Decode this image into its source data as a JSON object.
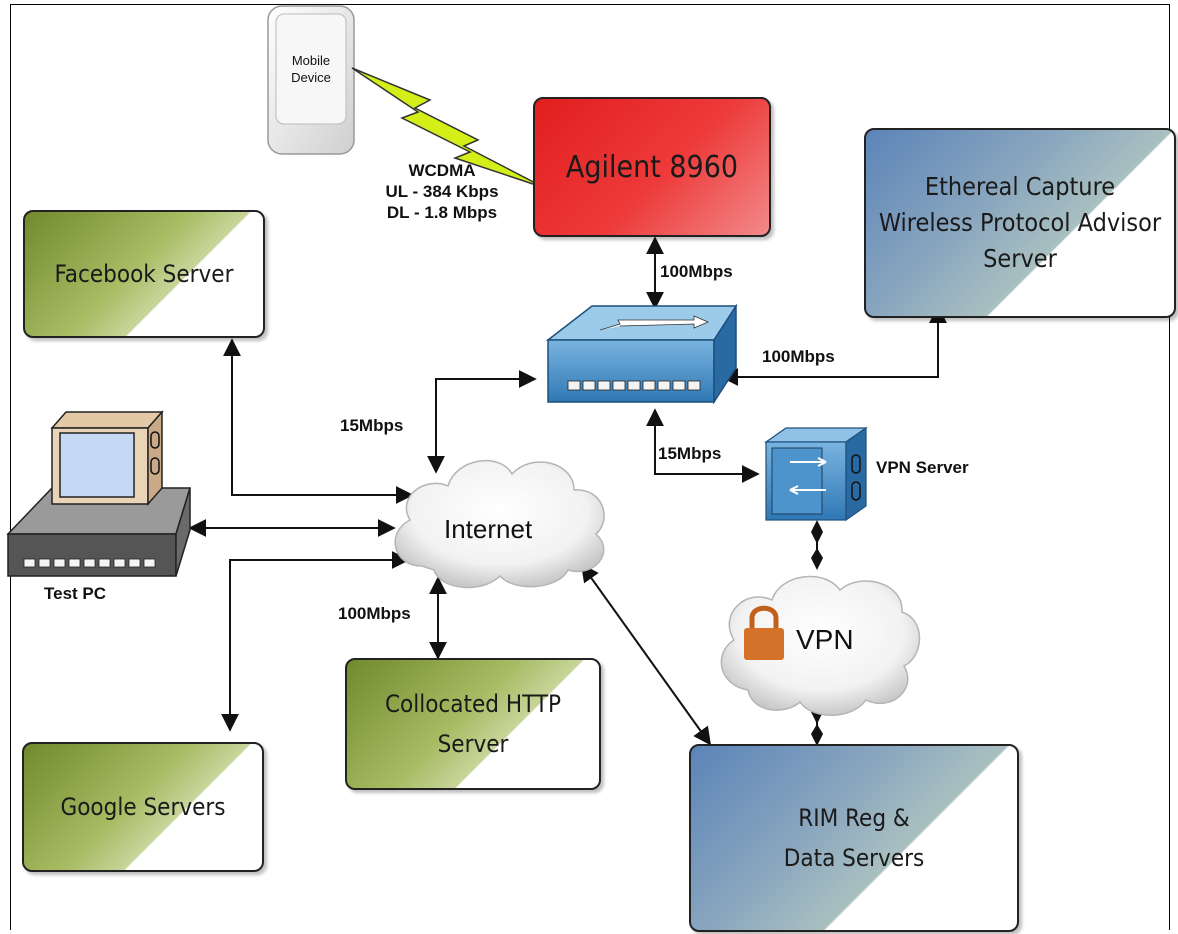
{
  "mobile_device": {
    "line1": "Mobile",
    "line2": "Device"
  },
  "agilent": {
    "label": "Agilent 8960"
  },
  "ethereal": {
    "line1": "Ethereal Capture",
    "line2": "Wireless Protocol Advisor",
    "line3": "Server"
  },
  "facebook": {
    "label": "Facebook Server"
  },
  "google": {
    "label": "Google Servers"
  },
  "collocated": {
    "line1": "Collocated HTTP",
    "line2": "Server"
  },
  "rim": {
    "line1": "RIM Reg &",
    "line2": "Data Servers"
  },
  "wcdma": {
    "line1": "WCDMA",
    "line2": "UL - 384 Kbps",
    "line3": "DL - 1.8 Mbps"
  },
  "links": {
    "agilent_switch": "100Mbps",
    "switch_ethereal": "100Mbps",
    "internet_switch": "15Mbps",
    "switch_vpn": "15Mbps",
    "internet_collocated": "100Mbps"
  },
  "internet": {
    "label": "Internet"
  },
  "vpn_cloud": {
    "label": "VPN"
  },
  "vpn_server": {
    "label": "VPN Server"
  },
  "test_pc": {
    "label": "Test PC"
  },
  "colors": {
    "agilent": "#e11e1e",
    "green_box": "#8ea449",
    "blue_box": "#7397ba",
    "device_blue": "#3a7fb8"
  }
}
